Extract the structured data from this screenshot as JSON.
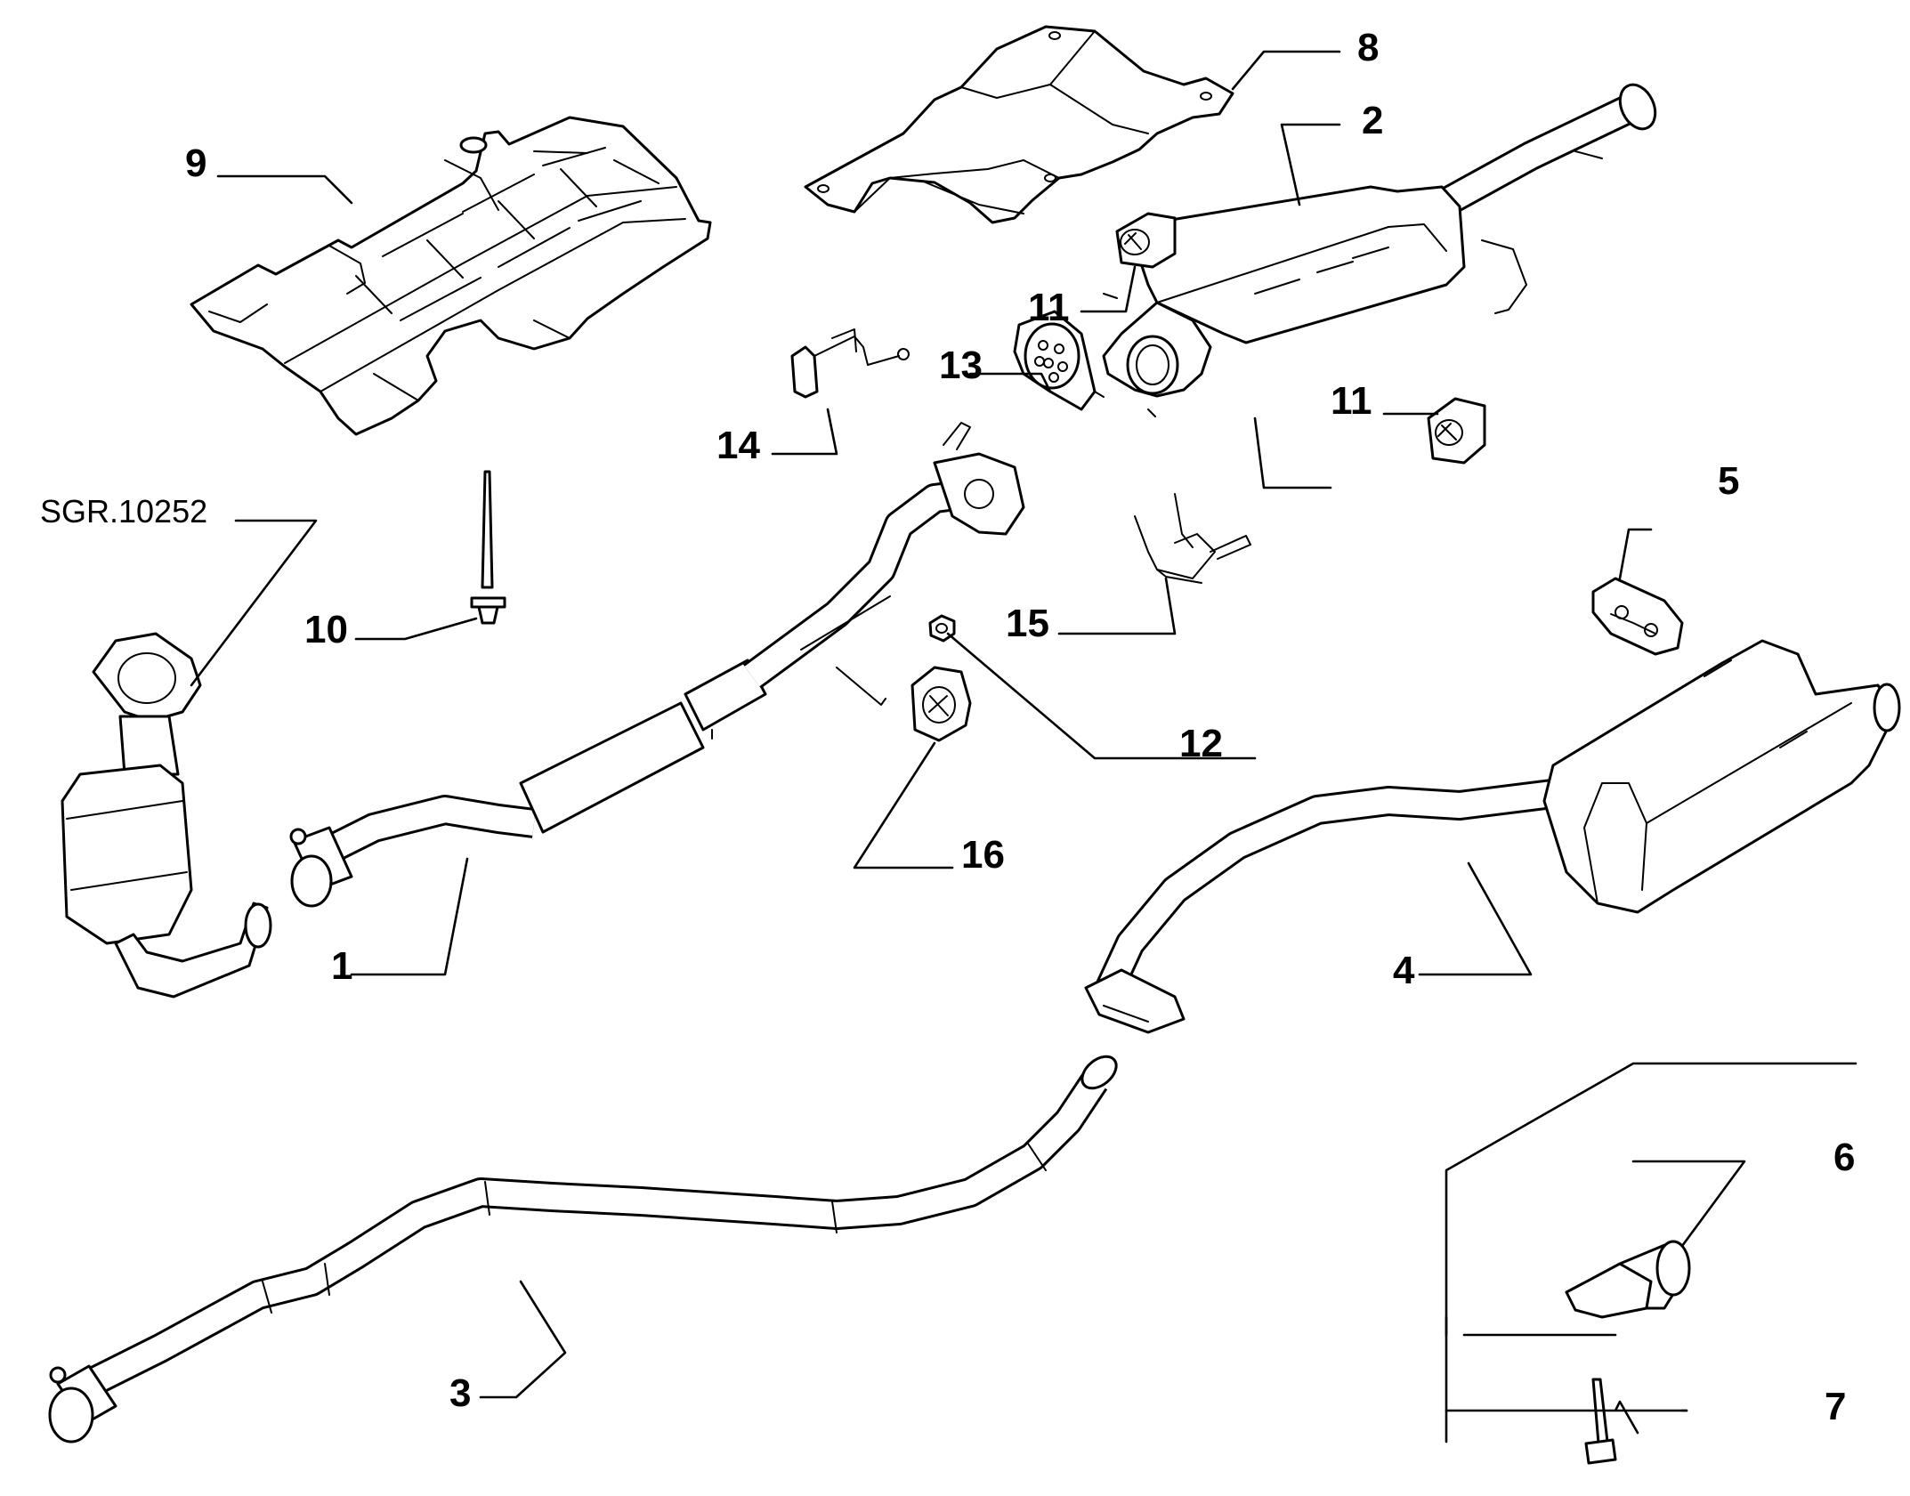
{
  "diagram": {
    "reference_code": "SGR.10252",
    "callouts": [
      {
        "id": "1",
        "text": "1"
      },
      {
        "id": "2",
        "text": "2"
      },
      {
        "id": "3",
        "text": "3"
      },
      {
        "id": "4",
        "text": "4"
      },
      {
        "id": "5",
        "text": "5"
      },
      {
        "id": "6",
        "text": "6"
      },
      {
        "id": "7",
        "text": "7"
      },
      {
        "id": "8",
        "text": "8"
      },
      {
        "id": "9",
        "text": "9"
      },
      {
        "id": "10",
        "text": "10"
      },
      {
        "id": "11a",
        "text": "11"
      },
      {
        "id": "11b",
        "text": "11"
      },
      {
        "id": "12",
        "text": "12"
      },
      {
        "id": "13",
        "text": "13"
      },
      {
        "id": "14",
        "text": "14"
      },
      {
        "id": "15",
        "text": "15"
      },
      {
        "id": "16",
        "text": "16"
      }
    ]
  }
}
